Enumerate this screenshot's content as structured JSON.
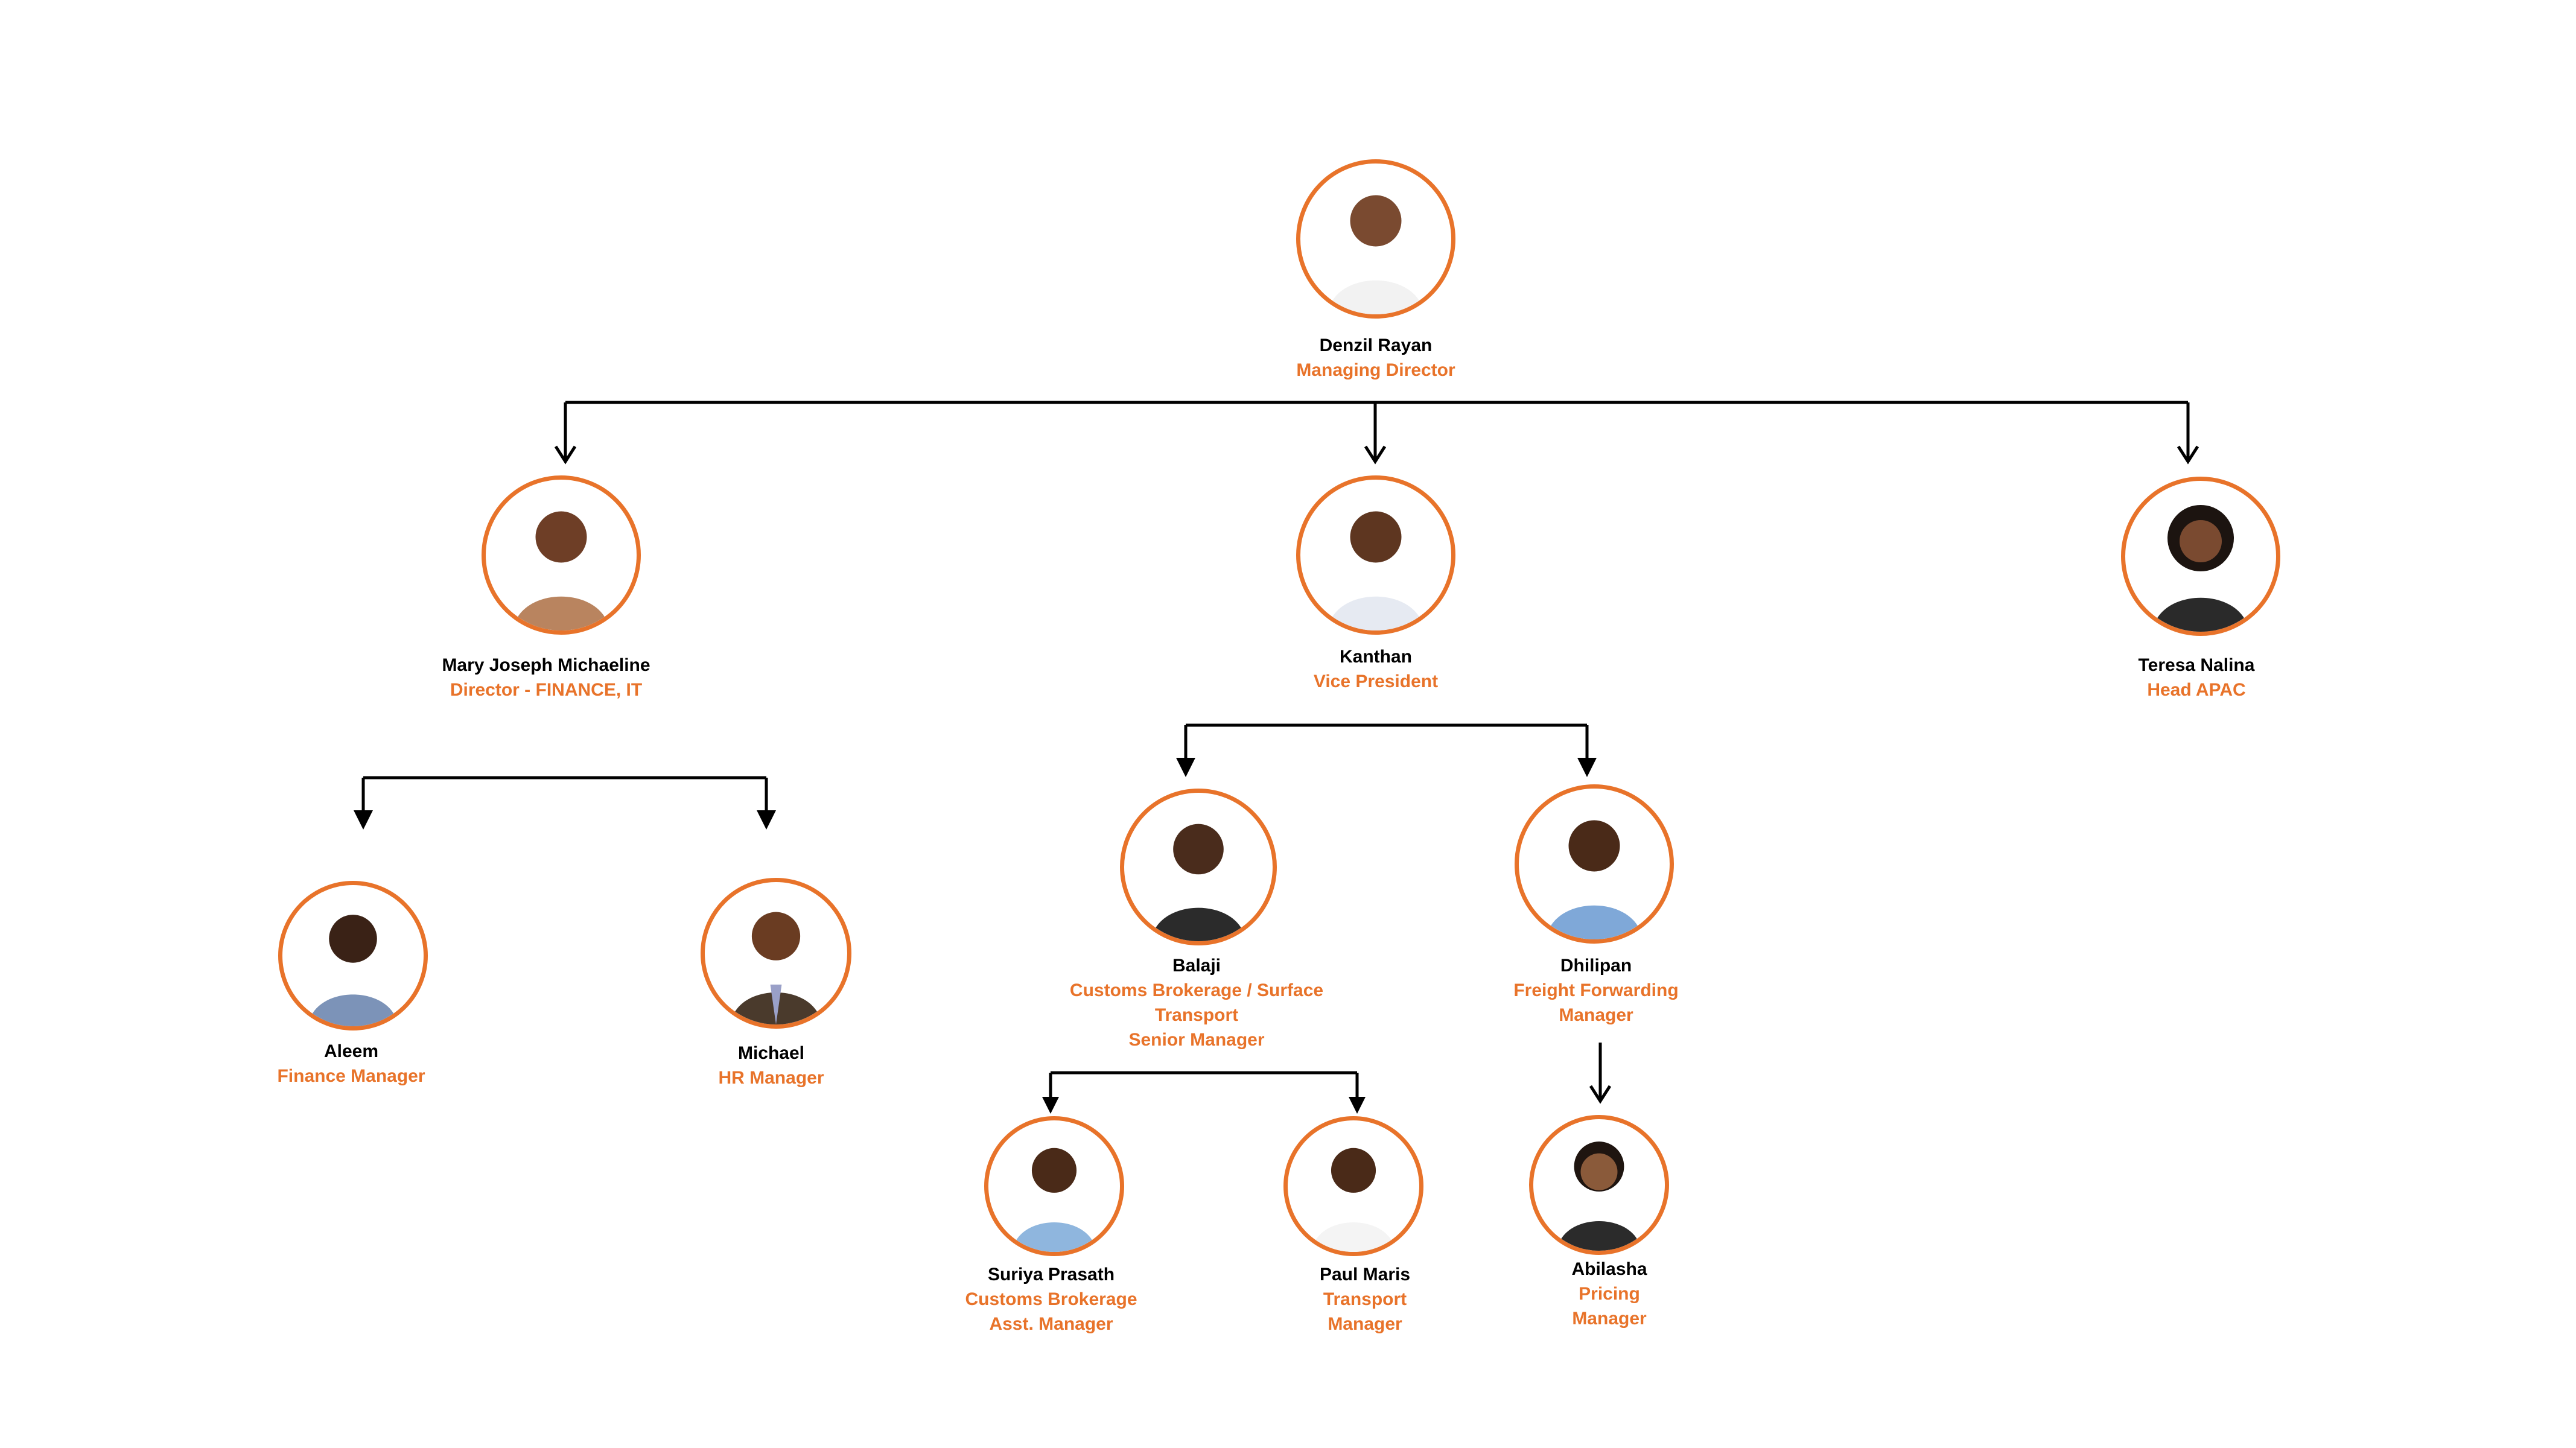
{
  "accent_color": "#E8732A",
  "line_color": "#000000",
  "people": {
    "denzil": {
      "name": "Denzil Rayan",
      "title": [
        "Managing Director"
      ],
      "icon": "person-photo"
    },
    "mary": {
      "name": "Mary Joseph Michaeline",
      "title": [
        "Director - FINANCE, IT"
      ],
      "icon": "person-photo"
    },
    "kanthan": {
      "name": "Kanthan",
      "title": [
        "Vice President"
      ],
      "icon": "person-photo"
    },
    "teresa": {
      "name": "Teresa Nalina",
      "title": [
        "Head APAC"
      ],
      "icon": "person-photo"
    },
    "aleem": {
      "name": "Aleem",
      "title": [
        "Finance Manager"
      ],
      "icon": "person-photo"
    },
    "michael": {
      "name": "Michael",
      "title": [
        "HR Manager"
      ],
      "icon": "person-photo"
    },
    "balaji": {
      "name": "Balaji",
      "title": [
        "Customs Brokerage / Surface",
        "Transport",
        "Senior Manager"
      ],
      "icon": "person-photo"
    },
    "dhilipan": {
      "name": "Dhilipan",
      "title": [
        "Freight Forwarding",
        "Manager"
      ],
      "icon": "person-photo"
    },
    "suriya": {
      "name": "Suriya Prasath",
      "title": [
        "Customs Brokerage",
        "Asst. Manager"
      ],
      "icon": "person-photo"
    },
    "paul": {
      "name": "Paul Maris",
      "title": [
        "Transport",
        "Manager"
      ],
      "icon": "person-photo"
    },
    "abilasha": {
      "name": "Abilasha",
      "title": [
        "Pricing",
        "Manager"
      ],
      "icon": "person-photo"
    }
  }
}
